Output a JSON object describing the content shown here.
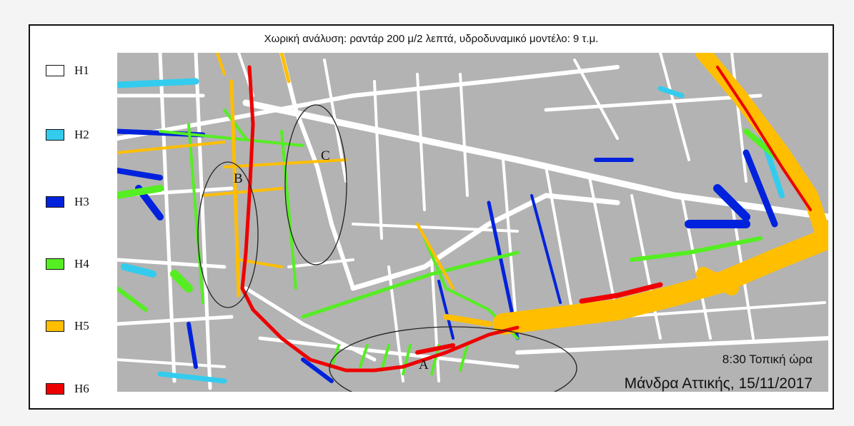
{
  "title": "Χωρική ανάλυση: ραντάρ 200 μ/2 λεπτά, υδροδυναμικό μοντέλο: 9 τ.μ.",
  "legend": [
    {
      "label": "H1",
      "color": "#ffffff"
    },
    {
      "label": "H2",
      "color": "#33ccee"
    },
    {
      "label": "H3",
      "color": "#0022dd"
    },
    {
      "label": "H4",
      "color": "#55ee22"
    },
    {
      "label": "H5",
      "color": "#ffbf00"
    },
    {
      "label": "H6",
      "color": "#ee0000"
    }
  ],
  "zones": {
    "a": "A",
    "b": "B",
    "c": "C"
  },
  "time_label": "8:30 Τοπική ώρα",
  "place_label": "Μάνδρα Αττικής, 15/11/2017",
  "colors": {
    "block": "#b3b3b3",
    "street": "#ffffff"
  }
}
